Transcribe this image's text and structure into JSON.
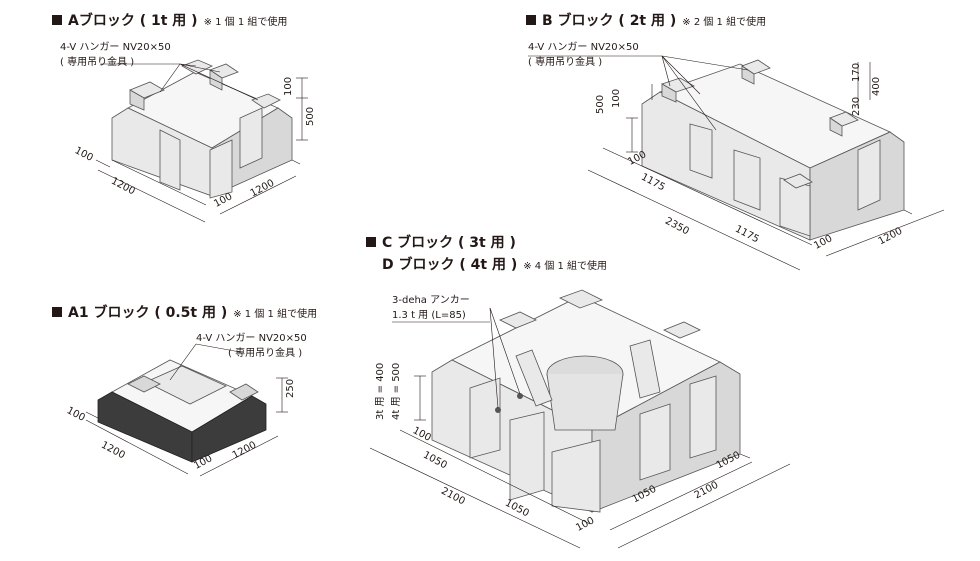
{
  "blocks": {
    "a": {
      "title": "Aブロック ( 1t 用 )",
      "note": "※ 1 個 1 組で使用",
      "hanger": "4-V ハンガー NV20×50",
      "hanger_sub": "( 専用吊り金具 )",
      "dims": {
        "h1": "100",
        "h2": "500",
        "w_left": "1200",
        "w_right": "1200",
        "t_left": "100",
        "t_right": "100"
      }
    },
    "b": {
      "title": "B ブロック ( 2t 用 )",
      "note": "※ 2 個 1 組で使用",
      "hanger": "4-V ハンガー NV20×50",
      "hanger_sub": "( 専用吊り金具 )",
      "dims": {
        "h500": "500",
        "h100": "100",
        "h170": "170",
        "h230": "230",
        "h400": "400",
        "t_left": "100",
        "w1175a": "1175",
        "w2350": "2350",
        "w1175b": "1175",
        "t_right": "100",
        "w1200": "1200"
      }
    },
    "a1": {
      "title": "A1 ブロック ( 0.5t 用 )",
      "note": "※ 1 個 1 組で使用",
      "hanger": "4-V ハンガー NV20×50",
      "hanger_sub": "( 専用吊り金具 )",
      "dims": {
        "h250": "250",
        "t_left": "100",
        "w_left": "1200",
        "t_right": "100",
        "w_right": "1200"
      }
    },
    "cd": {
      "title_c": "C ブロック ( 3t 用 )",
      "title_d": "D ブロック ( 4t 用 )",
      "note": "※ 4 個 1 組で使用",
      "anchor": "3-deha アンカー",
      "anchor_sub": "1.3 t 用 (L=85)",
      "height_3t": "3t 用 = 400",
      "height_4t": "4t 用 = 500",
      "dims": {
        "t_left": "100",
        "w1050a": "1050",
        "w2100a": "2100",
        "w1050b": "1050",
        "t_right": "100",
        "w1050c": "1050",
        "w2100b": "2100",
        "w1050d": "1050"
      }
    }
  }
}
